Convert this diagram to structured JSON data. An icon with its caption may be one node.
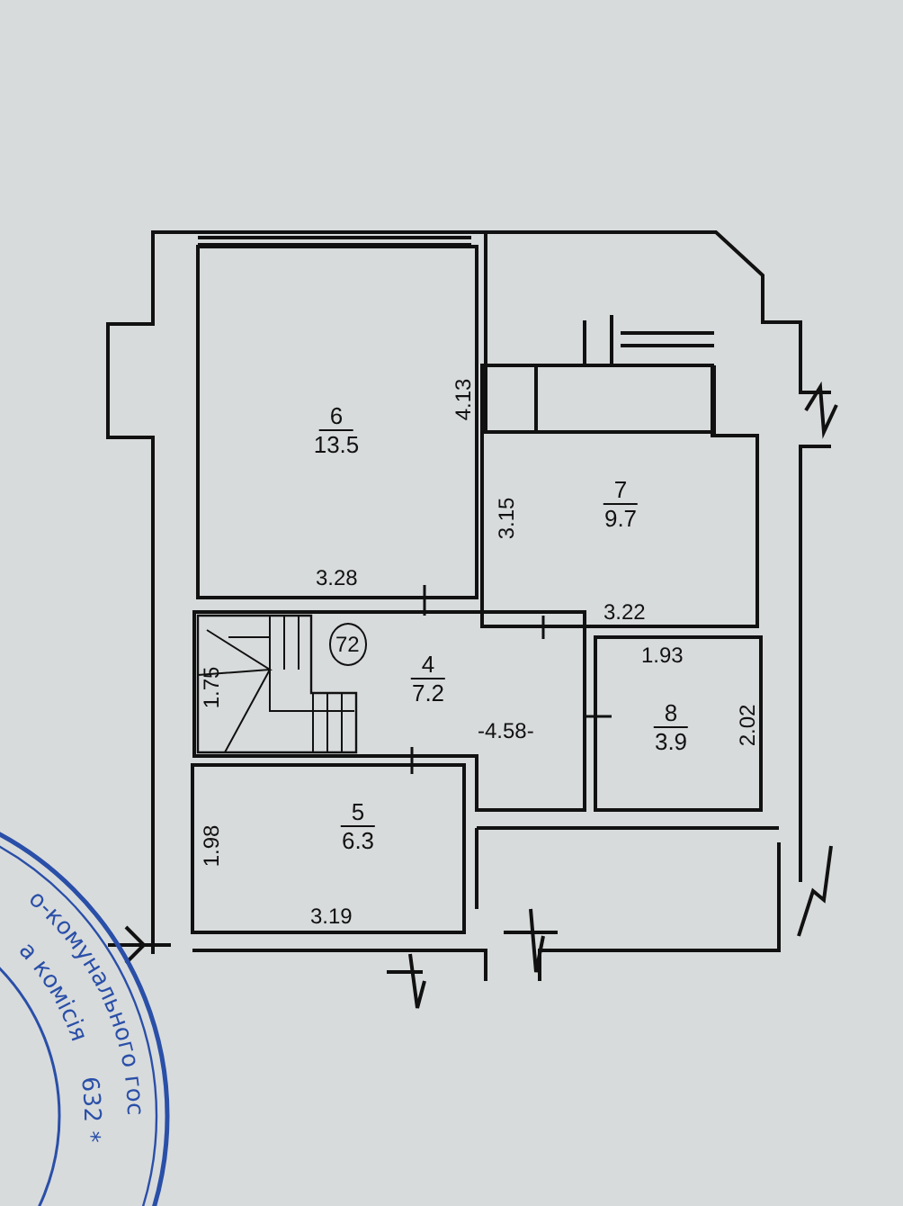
{
  "diagram": {
    "nodes": [
      {
        "text": [
          "6",
          "13.5"
        ]
      },
      {
        "text": [
          "7",
          "9.7"
        ]
      },
      {
        "text": [
          "4",
          "7.2"
        ]
      },
      {
        "text": [
          "8",
          "3.9"
        ]
      },
      {
        "text": [
          "5",
          "6.3"
        ]
      }
    ],
    "edges": [],
    "labels": [
      "4.13",
      "3.15",
      "3.28",
      "72",
      "3.22",
      "1.93",
      "1.75",
      "-4.58-",
      "2.02",
      "1.98",
      "3.19",
      "о-комунального гос",
      "а комісія",
      "632 *"
    ]
  }
}
